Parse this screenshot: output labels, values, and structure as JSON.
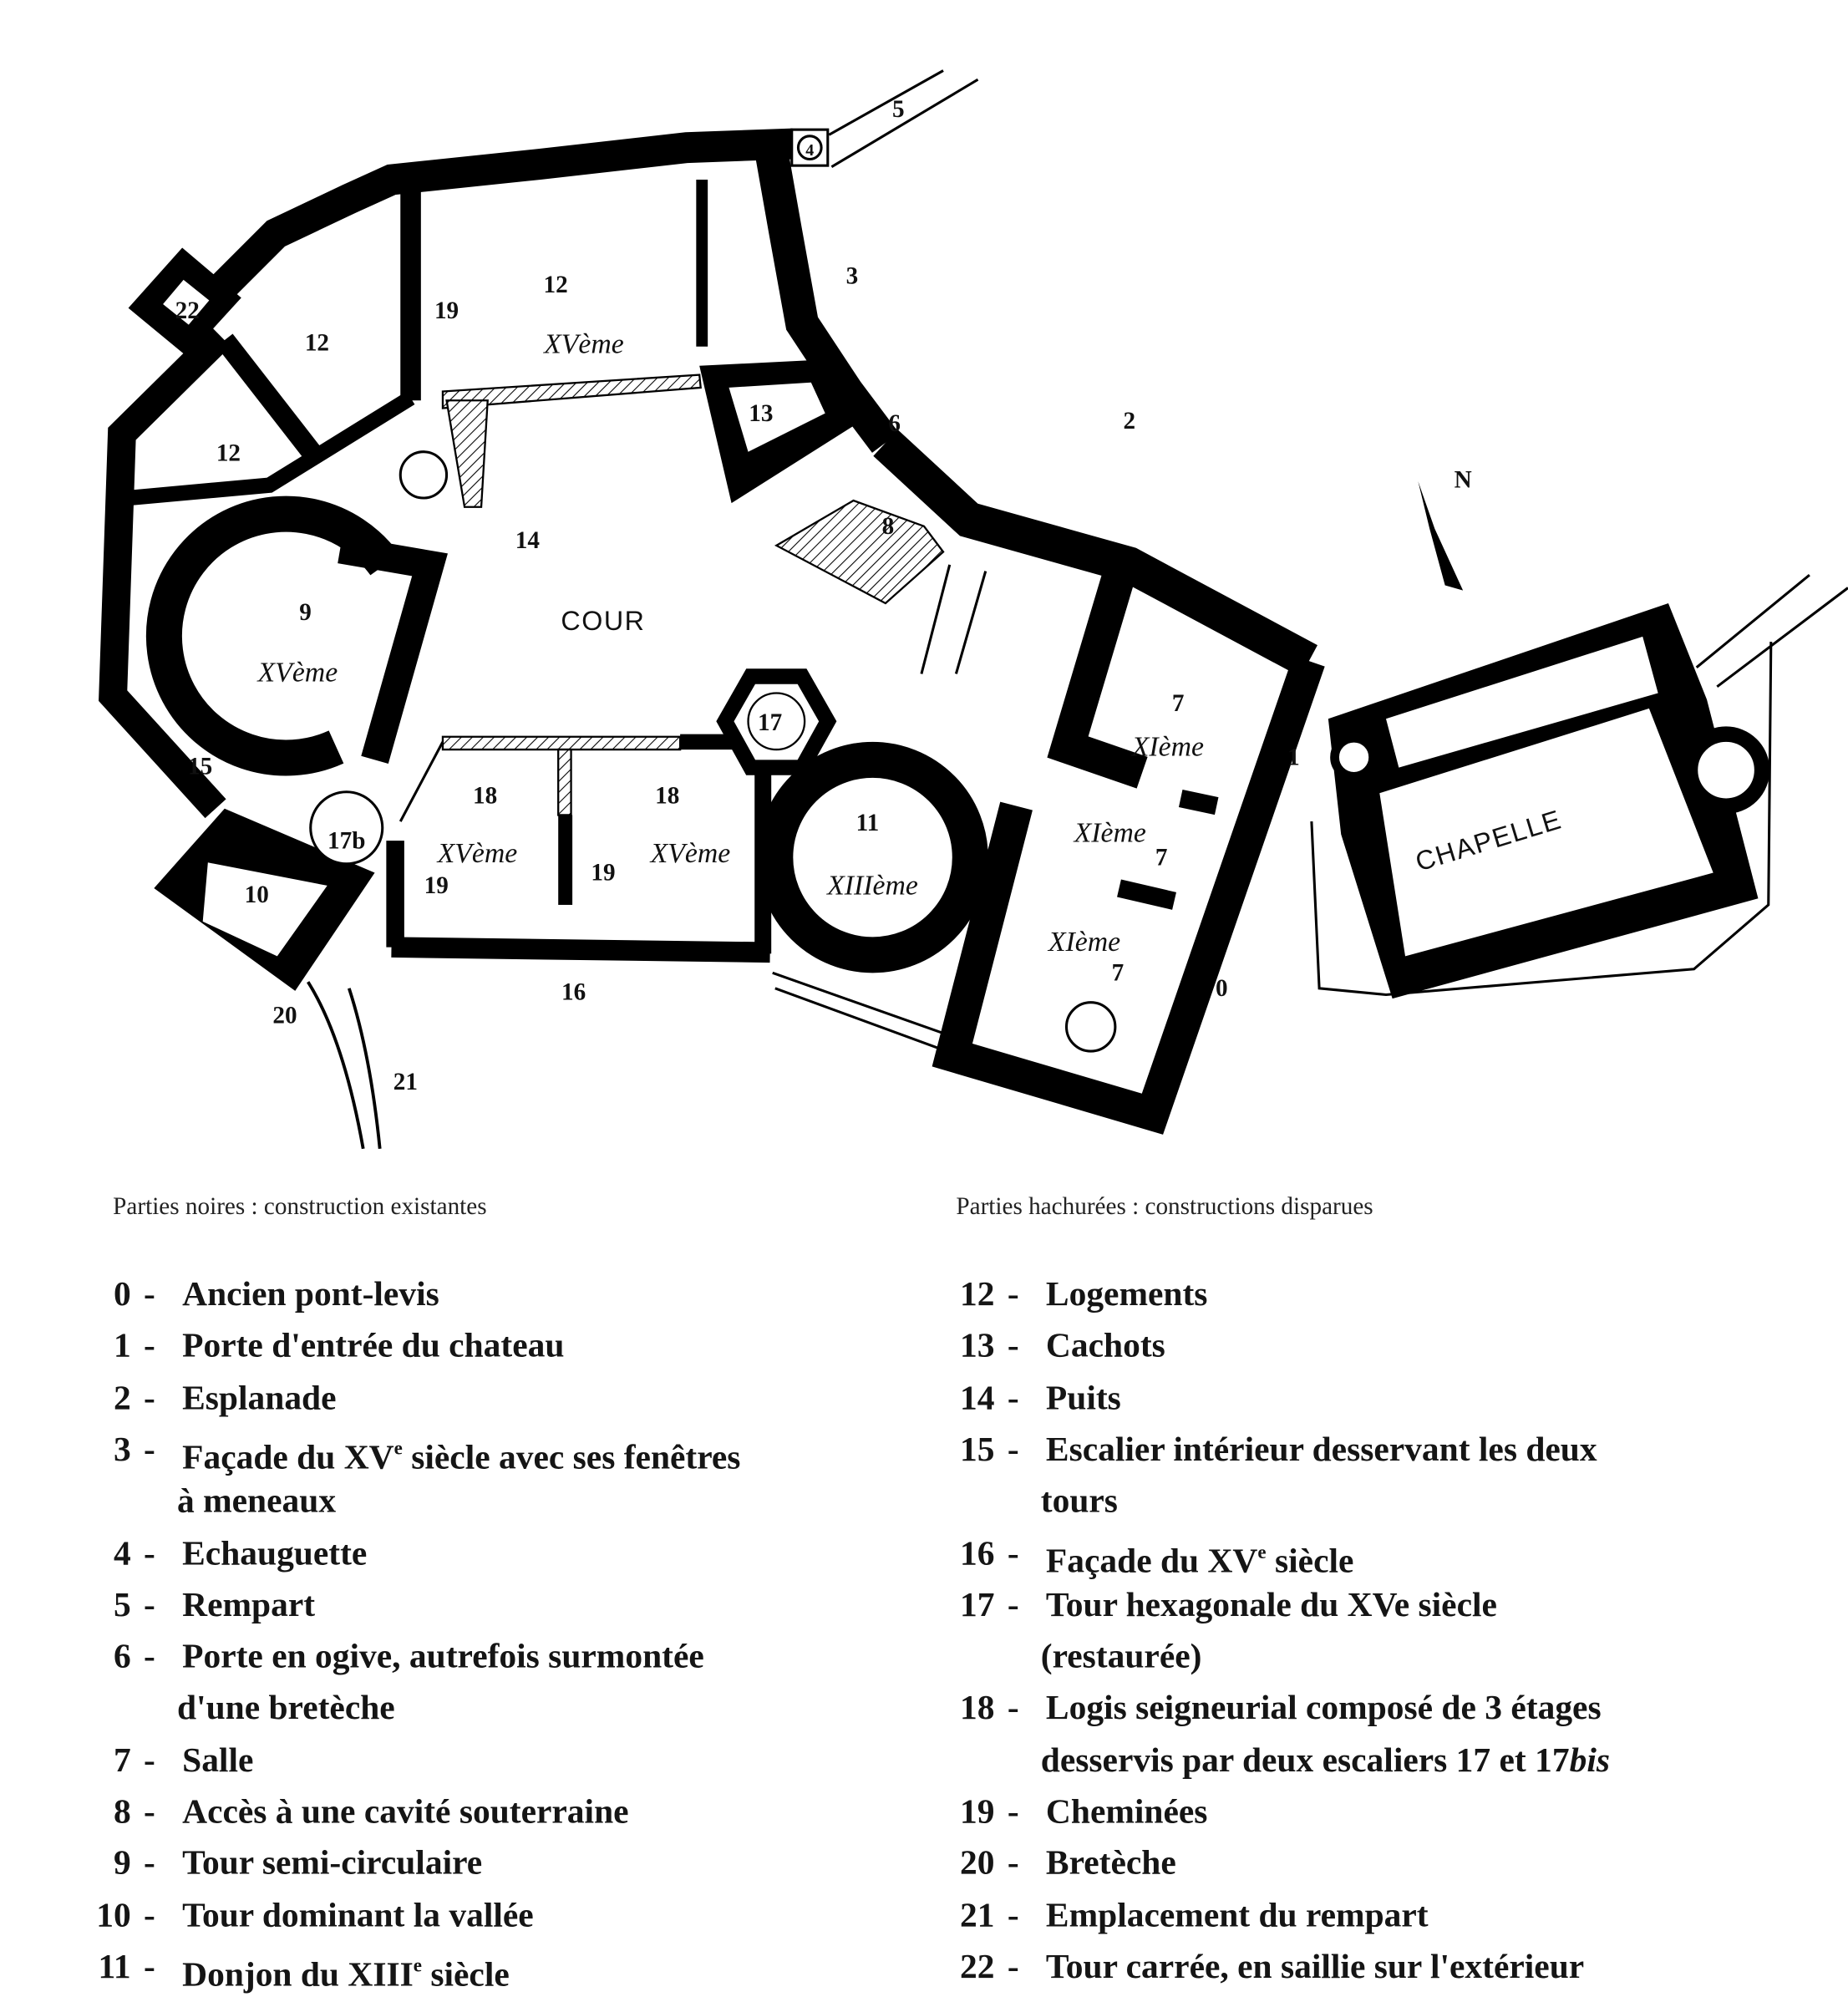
{
  "plan": {
    "labels": {
      "l0": "0",
      "l1": "1",
      "l2": "2",
      "l3": "3",
      "l4": "4",
      "l5": "5",
      "l6": "6",
      "l7a": "7",
      "l7b": "7",
      "l7c": "7",
      "l8": "8",
      "l9": "9",
      "l10": "10",
      "l11": "11",
      "l12a": "12",
      "l12b": "12",
      "l12c": "12",
      "l13": "13",
      "l14": "14",
      "l15": "15",
      "l16": "16",
      "l17": "17",
      "l17b": "17b",
      "l18a": "18",
      "l18b": "18",
      "l19a": "19",
      "l19b": "19",
      "l19c": "19",
      "l20": "20",
      "l21": "21",
      "l22": "22",
      "cour": "COUR",
      "chapelle": "CHAPELLE",
      "north": "N",
      "xv1": "XVème",
      "xv2": "XVème",
      "xv3": "XVème",
      "xv4": "XVème",
      "xiii": "XIIIème",
      "xi1": "XIème",
      "xi2": "XIème",
      "xi3": "XIème"
    },
    "colors": {
      "existing": "#000000",
      "disappeared_hatch": "#000000",
      "background": "#ffffff"
    }
  },
  "legend": {
    "note_black": "Parties noires : construction existantes",
    "note_hatched": "Parties hachurées : constructions disparues",
    "left": [
      {
        "num": "0",
        "text": "Ancien pont-levis"
      },
      {
        "num": "1",
        "text": "Porte d'entrée du chateau"
      },
      {
        "num": "2",
        "text": "Esplanade"
      },
      {
        "num": "3",
        "text": "Façade du XV",
        "sup": "e",
        "text2": " siècle avec ses fenêtres",
        "cont": "à meneaux"
      },
      {
        "num": "4",
        "text": "Echauguette"
      },
      {
        "num": "5",
        "text": "Rempart"
      },
      {
        "num": "6",
        "text": "Porte en ogive, autrefois surmontée",
        "cont": "d'une bretèche"
      },
      {
        "num": "7",
        "text": "Salle"
      },
      {
        "num": "8",
        "text": "Accès à une cavité souterraine"
      },
      {
        "num": "9",
        "text": "Tour semi-circulaire"
      },
      {
        "num": "10",
        "text": "Tour dominant la vallée"
      },
      {
        "num": "11",
        "text": "Donjon du XIII",
        "sup": "e",
        "text2": " siècle"
      }
    ],
    "right": [
      {
        "num": "12",
        "text": "Logements"
      },
      {
        "num": "13",
        "text": "Cachots"
      },
      {
        "num": "14",
        "text": "Puits"
      },
      {
        "num": "15",
        "text": "Escalier intérieur desservant les deux",
        "cont": "tours"
      },
      {
        "num": "16",
        "text": "Façade du XV",
        "sup": "e",
        "text2": " siècle"
      },
      {
        "num": "17",
        "text": "Tour hexagonale du XVe siècle",
        "cont": "(restaurée)"
      },
      {
        "num": "18",
        "text": "Logis seigneurial composé de 3 étages",
        "cont": "desservis par deux escaliers 17 et 17",
        "cont_italic": "bis"
      },
      {
        "num": "19",
        "text": "Cheminées"
      },
      {
        "num": "20",
        "text": "Bretèche"
      },
      {
        "num": "21",
        "text": "Emplacement du rempart"
      },
      {
        "num": "22",
        "text": "Tour carrée, en saillie sur l'extérieur"
      }
    ]
  }
}
